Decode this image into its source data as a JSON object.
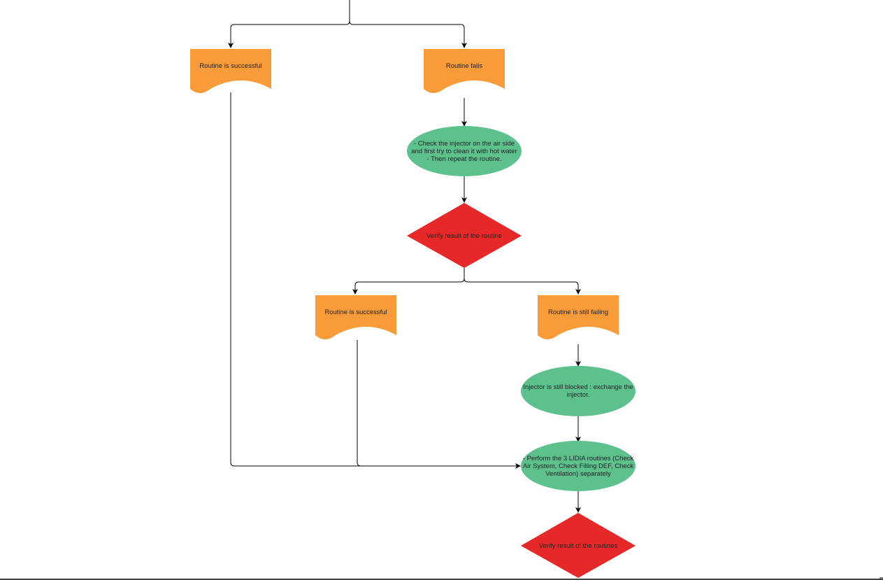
{
  "colors": {
    "document": "#F89B38",
    "process": "#5DC18E",
    "decision": "#E62828",
    "connector": "#000000"
  },
  "nodes": {
    "routine_success_1": "Routine is successful",
    "routine_fails": "Routine fails",
    "check_injector": "- Check the injector on the air side and first try to clean it with hot water\n- Then repeat the routine.",
    "verify_routine": "Verify result of the routine",
    "routine_success_2": "Routine is successful",
    "routine_still_failing": "Routine is still failing",
    "injector_blocked": "Injector is still blocked : exchange the injector.",
    "perform_lidia": "- Perform the 3 LIDIA routines (Check Air System, Check Filling DEF, Check Ventilation) separately",
    "verify_routines": "Verify result of the routines"
  }
}
